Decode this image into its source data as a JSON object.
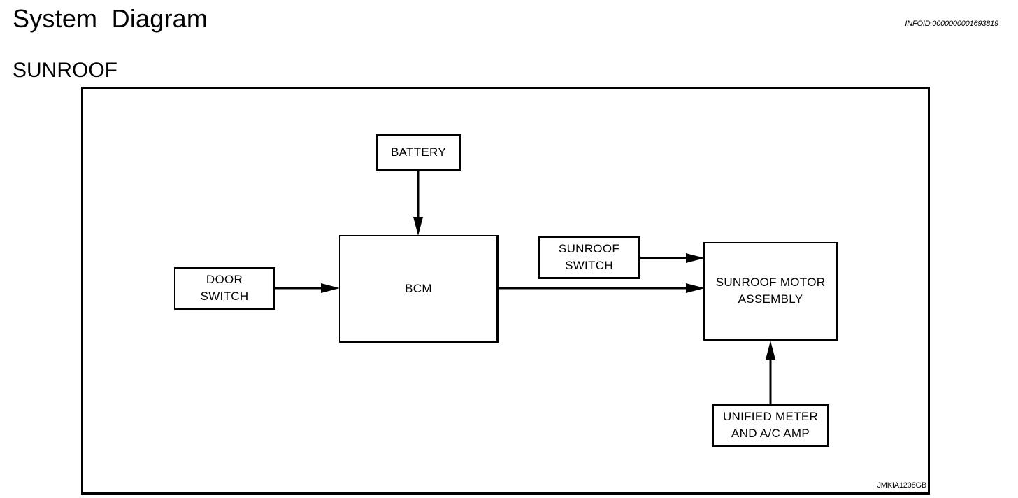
{
  "header": {
    "title": "System  Diagram",
    "info_id": "INFOID:0000000001693819"
  },
  "section": {
    "title": "SUNROOF"
  },
  "diagram": {
    "blocks": {
      "battery": "BATTERY",
      "bcm": "BCM",
      "door_switch": "DOOR\nSWITCH",
      "sunroof_switch": "SUNROOF\nSWITCH",
      "sunroof_motor": "SUNROOF MOTOR\nASSEMBLY",
      "unified_meter": "UNIFIED METER\nAND A/C AMP"
    },
    "connections": [
      {
        "from": "BATTERY",
        "to": "BCM"
      },
      {
        "from": "DOOR SWITCH",
        "to": "BCM"
      },
      {
        "from": "BCM",
        "to": "SUNROOF MOTOR ASSEMBLY"
      },
      {
        "from": "SUNROOF SWITCH",
        "to": "SUNROOF MOTOR ASSEMBLY"
      },
      {
        "from": "UNIFIED METER AND A/C AMP",
        "to": "SUNROOF MOTOR ASSEMBLY"
      }
    ],
    "figure_code": "JMKIA1208GB"
  }
}
